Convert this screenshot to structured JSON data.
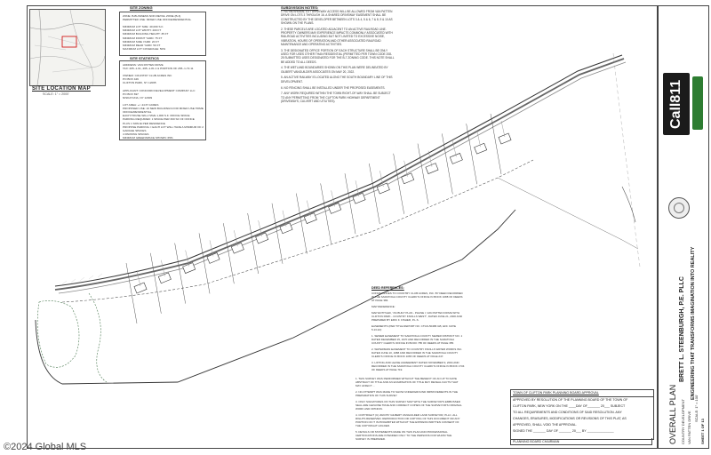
{
  "location_map": {
    "title": "SITE LOCATION MAP",
    "subtitle": "SCALE: 1\" = 2000'"
  },
  "site_zoning": {
    "title": "SITE ZONING",
    "lines": [
      "ZONE: B-BUSINESS NON RETAIL ZONE (B-3)",
      "     PERMITTED USE: MIXED USE OFFICE/RESIDENTIAL",
      "",
      "MINIMUM LOT SIZE: 40,000 S.F.",
      "MINIMUM LOT WIDTH: 200 FT",
      "MINIMUM BUILDING HEIGHT: 35 FT",
      "MINIMUM FRONT YARD: 75 FT",
      "MINIMUM SIDE YARD: 20 FT",
      "MINIMUM REAR YARD: 50 FT",
      "MAXIMUM LOT COVERAGE: 50%"
    ]
  },
  "site_statistics": {
    "title": "SITE STATISTICS",
    "lines": [
      "ADDRESS: VAN PATTEN DRIVE",
      "    TAX: 265.-1-61, 265.-1-81.1 & PORTION OF 265.-1-72.11",
      "",
      "OWNER: COUNTRY CLUB ACRES INC",
      "    PO BOX 426",
      "    CLIFTON PARK, NY 12065",
      "",
      "APPLICANT: CONCORD DEVELOPMENT COMPANY LLC",
      "    PO BOX 697",
      "    NISKAYUNA, NY 12309",
      "",
      "LOT AREA: +/- 44.67 ACRES",
      "PROPOSED USE: 16 NEW BUILDINGS FOR MIXED USE HOME OFFICE/RESIDENTIAL",
      "    EACH HOUSE WILL HAVE 1,000 S.F. OFFICE SPACE",
      "PARKING REQUIRED: 1 SPACE PER 300 SF OF OFFICE",
      "    PLUS 1 SPACE PER RESIDENCE",
      "PROPOSE PARKING = EACH LOT WILL HAVE A MINIMUM OF 2 GARAGE SPACES",
      "    4 PARKING SPACES",
      "MINIMUM GREENSPACE SHOWN: 65%"
    ]
  },
  "subdivision_notes": {
    "title": "SUBDIVISION NOTES:",
    "items": [
      "1. NO INDIVIDUAL LOT DRIVEWAY ACCESS WILL BE ALLOWED FROM VAN PATTEN DRIVE ON LOTS 3 THROUGH 16. A SHARED DRIVEWAY EASEMENT SHALL BE CONSTRUCTED BY THE DEVELOPER BETWEEN LOTS 3 & 4, 5 & 6, 7 & 8, 9 & 10 AS SHOWN ON THE PLANS.",
      "2. THESE PARCELS ARE LOCATED ADJACENT TO AN ACTIVE RAILROAD LINE. PROPERTY OWNERS MAY EXPERIENCE IMPACTS COMMONLY ASSOCIATED WITH RAILROAD ACTIVITIES INCLUDING BUT NOT LIMITED TO EXCESSIVE NOISE, VIBRATION, HOURS OF OPERATION AND OTHER ASSOCIATED RAILROAD MAINTENANCE AND OPERATING ACTIVITIES.",
      "3. THE DESIGNATED OFFICE PORTION OF EACH STRUCTURE SHALL BE ONLY USED FOR USES OTHER THAN RESIDENTIAL (PERMITTED PER TOWN CODE 208-25 SUBMITTED USES DESIGNATED FOR THE B-7 ZONING CODE. THIS NOTE SHALL BE ADDED TO ALL DEEDS.",
      "4. THE WETLAND BOUNDARIES SHOWN ON THIS PLAN WERE DELINEATED BY GILBERT VANGUILDER ASSOCIATES ON MAY 20, 2022.",
      "5. AN ACTIVE RAILWAY IS LOCATED ALONG THE SOUTH BOUNDARY LINE OF THIS DEVELOPMENT.",
      "6. NO FENCING SHALL BE INSTALLED UNDER THE PROPOSED EASEMENTS.",
      "7. ANY WORK REQUIRED WITHIN THE TOWN RIGHT-OF-WAY SHALL BE SUBJECT TO ANY PERMITTING FROM THE CLIFTON PARK HIGHWAY DEPARTMENT (DRIVEWAYS, CULVERT AND UTILITIES)."
    ]
  },
  "deed_references": {
    "title": "DEED REFERENCES:",
    "items": [
      "CONVEYANCES TO COUNTRY CLUB ACRES, INC. BY DEED RECORDED IN THE SARATOGA COUNTY CLERK'S OFFICE IN BOOK 1088 OF DEEDS AT PAGE 384.",
      "MAP REFERENCE:",
      "MAP ENTITLED, \"AS BUILT PLAN - PHASE I, VAN PATTEN DRIVE WITH CLIFTON PARK - COUNTRY KNOLLS WEST\", DATED JUNE 21, 2000 AND PREPARED BY ERIC F. FISHER, P.L.S.",
      "EASEMENTS (PER TITLE REPORT NO. CTGS-50486 GB, EFF. DATE 5.13.22):",
      "1. SEWER EASEMENT TO SARATOGA COUNTY SEWER DISTRICT NO. 1 DATED DECEMBER 15, 1970 AND RECORDED IN THE SARATOGA COUNTY CLERK'S OFFICE IN BOOK 785 OF DEEDS AT PAGE 355.",
      "2. WATERMAIN EASEMENT TO COUNTRY KNOLLS WATER WORKS INC. DATED JUNE 10, 1988 AND RECORDED IN THE SARATOGA COUNTY CLERK'S OFFICE IN BOOK 1065 OF DEEDS AT PAGE 247.",
      "3. LIFTING AND LEASE AGREEMENT DATED NOVEMBER 9, 2004 AND RECORDED IN THE SARATOGA COUNTY CLERK'S OFFICE IN BOOK 1734 OF DEEDS AT PAGE 719."
    ]
  },
  "general_notes": {
    "items": [
      "1. THIS SURVEY WAS PERFORMED WITHOUT THE BENEFIT OF AN UP TO DATE ABSTRACT OF TITLE AND AN EXAMINATION OF TITLE MAY REVEAL FACTS THAT MAY AFFECT ...",
      "2. NO ATTEMPT WAS MADE TO SHOW UNDERGROUND IMPROVEMENTS IN THE PREPARATION OF THIS SURVEY.",
      "3. ONLY SIGNATURES ON THIS SURVEY MAP WITH THE SURVEYOR'S EMBOSSED SEAL ARE GENUINE TRUE AND CORRECT COPIES OF THE SURVEYOR'S ORIGINAL WORK AND OPINION.",
      "4. COPYRIGHT (C) 2023 BY GILBERT VANGUILDER LAND SURVEYOR, PLLC. ALL RIGHTS RESERVED. REPRODUCTION OR COPYING OF THIS DOCUMENT OR ANY PORTION OF IT IS PROHIBITED WITHOUT THE EXPRESS WRITTEN CONSENT OF THE COPYRIGHT HOLDER.",
      "5. DETAILS OR STATEMENTS MADE ON THIS PLAN AND PROFESSIONAL CERTIFICATIONS ARE INTENDED ONLY TO THE PERSONS FOR WHOM THE SURVEY IS PREPARED."
    ]
  },
  "approval_block": {
    "title": "TOWN OF CLIFTON PARK PLANNING BOARD APPROVAL",
    "lines": [
      "APPROVED BY RESOLUTION OF THE PLANNING BOARD OF THE TOWN OF",
      "CLIFTON PARK, NEW YORK ON THE ____DAY OF_______ 20___ SUBJECT",
      "TO ALL REQUIREMENTS AND CONDITIONS OF SAID RESOLUTION. ANY",
      "CHANGES, ERASURES, MODIFICATIONS OR REVISIONS OF THIS PLAT, AS",
      "APPROVED, SHALL VOID THE APPROVAL.",
      "SIGNED THE _______ DAY OF _______ 20___ BY _______________"
    ],
    "signature_label": "PLANNING BOARD CHAIRMAN"
  },
  "title_block": {
    "firm": "BRETT L. STEENBURGH, P.E. PLLC",
    "tagline": "ENGINEERING THAT TRANSFORMS IMAGINATION INTO REALITY",
    "call_logo_text": "Call811",
    "sheet_title": "OVERALL PLAN",
    "project_line1": "COUNTRY DEVELOPMENT",
    "project_line2": "VAN PATTEN DRIVE",
    "scale": "SCALE: 1\" = 100'",
    "sheet": "SHEET 1 OF 13"
  },
  "plan": {
    "lot_count": 16
  },
  "watermark": "©2024 Global MLS",
  "colors": {
    "line": "#333333",
    "road_fill": "#cfcfcf",
    "wetland": "#9bbfa0",
    "call_green": "#2e7d32"
  }
}
